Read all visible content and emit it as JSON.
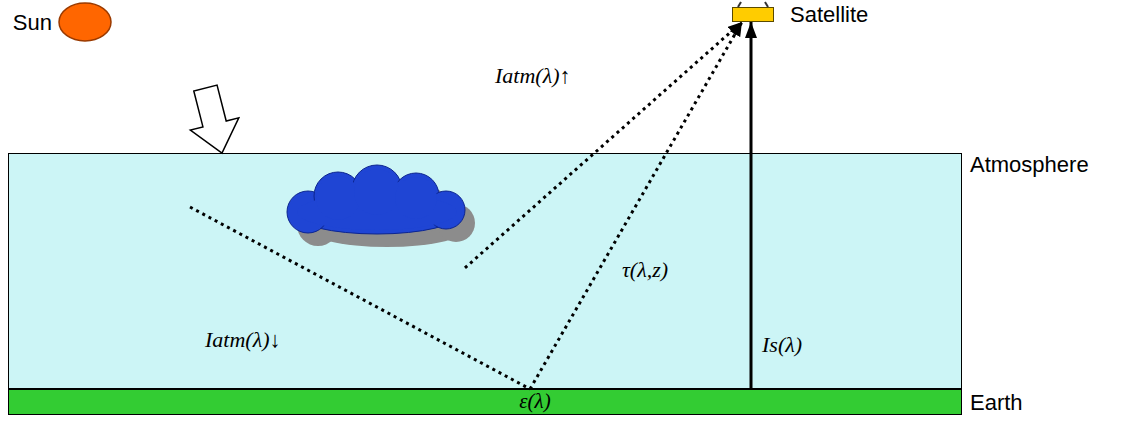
{
  "diagram": {
    "nodes": [
      {
        "text": [
          "Sun"
        ]
      },
      {
        "text": [
          "Satellite"
        ]
      },
      {
        "text": [
          "Atmosphere"
        ]
      },
      {
        "text": [
          "ε(λ)",
          "Earth"
        ]
      }
    ],
    "edges": [
      {
        "from": 0,
        "to": 2,
        "arrow": "to"
      },
      {
        "from": 2,
        "to": 1,
        "arrow": "to",
        "label": "Iatm(λ)↑"
      },
      {
        "from": 2,
        "to": 3,
        "arrow": "none",
        "label": "Iatm(λ)↓"
      },
      {
        "from": 3,
        "to": 1,
        "arrow": "to",
        "label": "τ(λ,z)"
      },
      {
        "from": 3,
        "to": 1,
        "arrow": "to",
        "label": "Is(λ)"
      }
    ]
  }
}
